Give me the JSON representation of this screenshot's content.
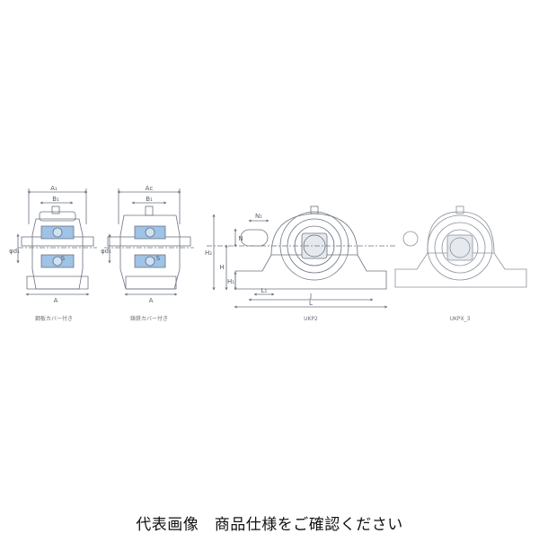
{
  "figure_1": {
    "labels": [
      "A₁",
      "B₁",
      "φd₁",
      "S",
      "A"
    ],
    "caption": "鋼板カバー付き"
  },
  "figure_2": {
    "labels": [
      "Aᴄ",
      "B₁",
      "φd₁",
      "S",
      "A"
    ],
    "caption": "鋳鉄カバー付き"
  },
  "figure_3": {
    "labels": [
      "N₁",
      "N",
      "H₂",
      "H",
      "H₁",
      "L₁",
      "J",
      "L"
    ],
    "caption": "UKP2"
  },
  "figure_4": {
    "caption": "UKPX_3"
  },
  "notice": "代表画像　商品仕様をご確認ください",
  "colors": {
    "line": "#6b7280",
    "bearing": "#9ec3e6",
    "text": "#555c66"
  }
}
